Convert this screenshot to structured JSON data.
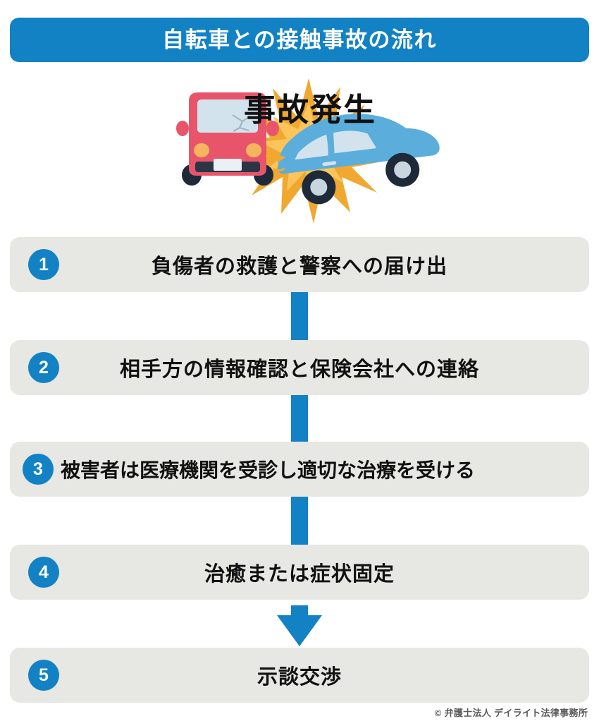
{
  "header": {
    "title": "自転車との接触事故の流れ",
    "background_color": "#1282C5",
    "text_color": "#FFFFFF"
  },
  "illustration": {
    "label": "事故発生",
    "icon_name": "car-collision-illustration",
    "burst_color": "#F0A830",
    "burst_inner_color": "#FBC55B",
    "red_car_color": "#E8556B",
    "blue_car_color": "#5BAEDC",
    "window_color": "#D3E3EE",
    "tire_color": "#1E2A3A",
    "headlight_color": "#F5B55E"
  },
  "flow": {
    "box_color": "#E7E7E3",
    "accent_color": "#1282C5",
    "text_color": "#111111",
    "steps": [
      {
        "number": "1",
        "label": "負傷者の救護と警察への届け出"
      },
      {
        "number": "2",
        "label": "相手方の情報確認と保険会社への連絡"
      },
      {
        "number": "3",
        "label": "被害者は医療機関を受診し適切な治療を受ける"
      },
      {
        "number": "4",
        "label": "治癒または症状固定"
      },
      {
        "number": "5",
        "label": "示談交渉"
      }
    ],
    "connectors": [
      {
        "type": "bar",
        "after_step": "1"
      },
      {
        "type": "bar",
        "after_step": "2"
      },
      {
        "type": "bar",
        "after_step": "3"
      },
      {
        "type": "arrow",
        "after_step": "4"
      }
    ]
  },
  "footer": {
    "credit": "© 弁護士法人 デイライト法律事務所"
  }
}
